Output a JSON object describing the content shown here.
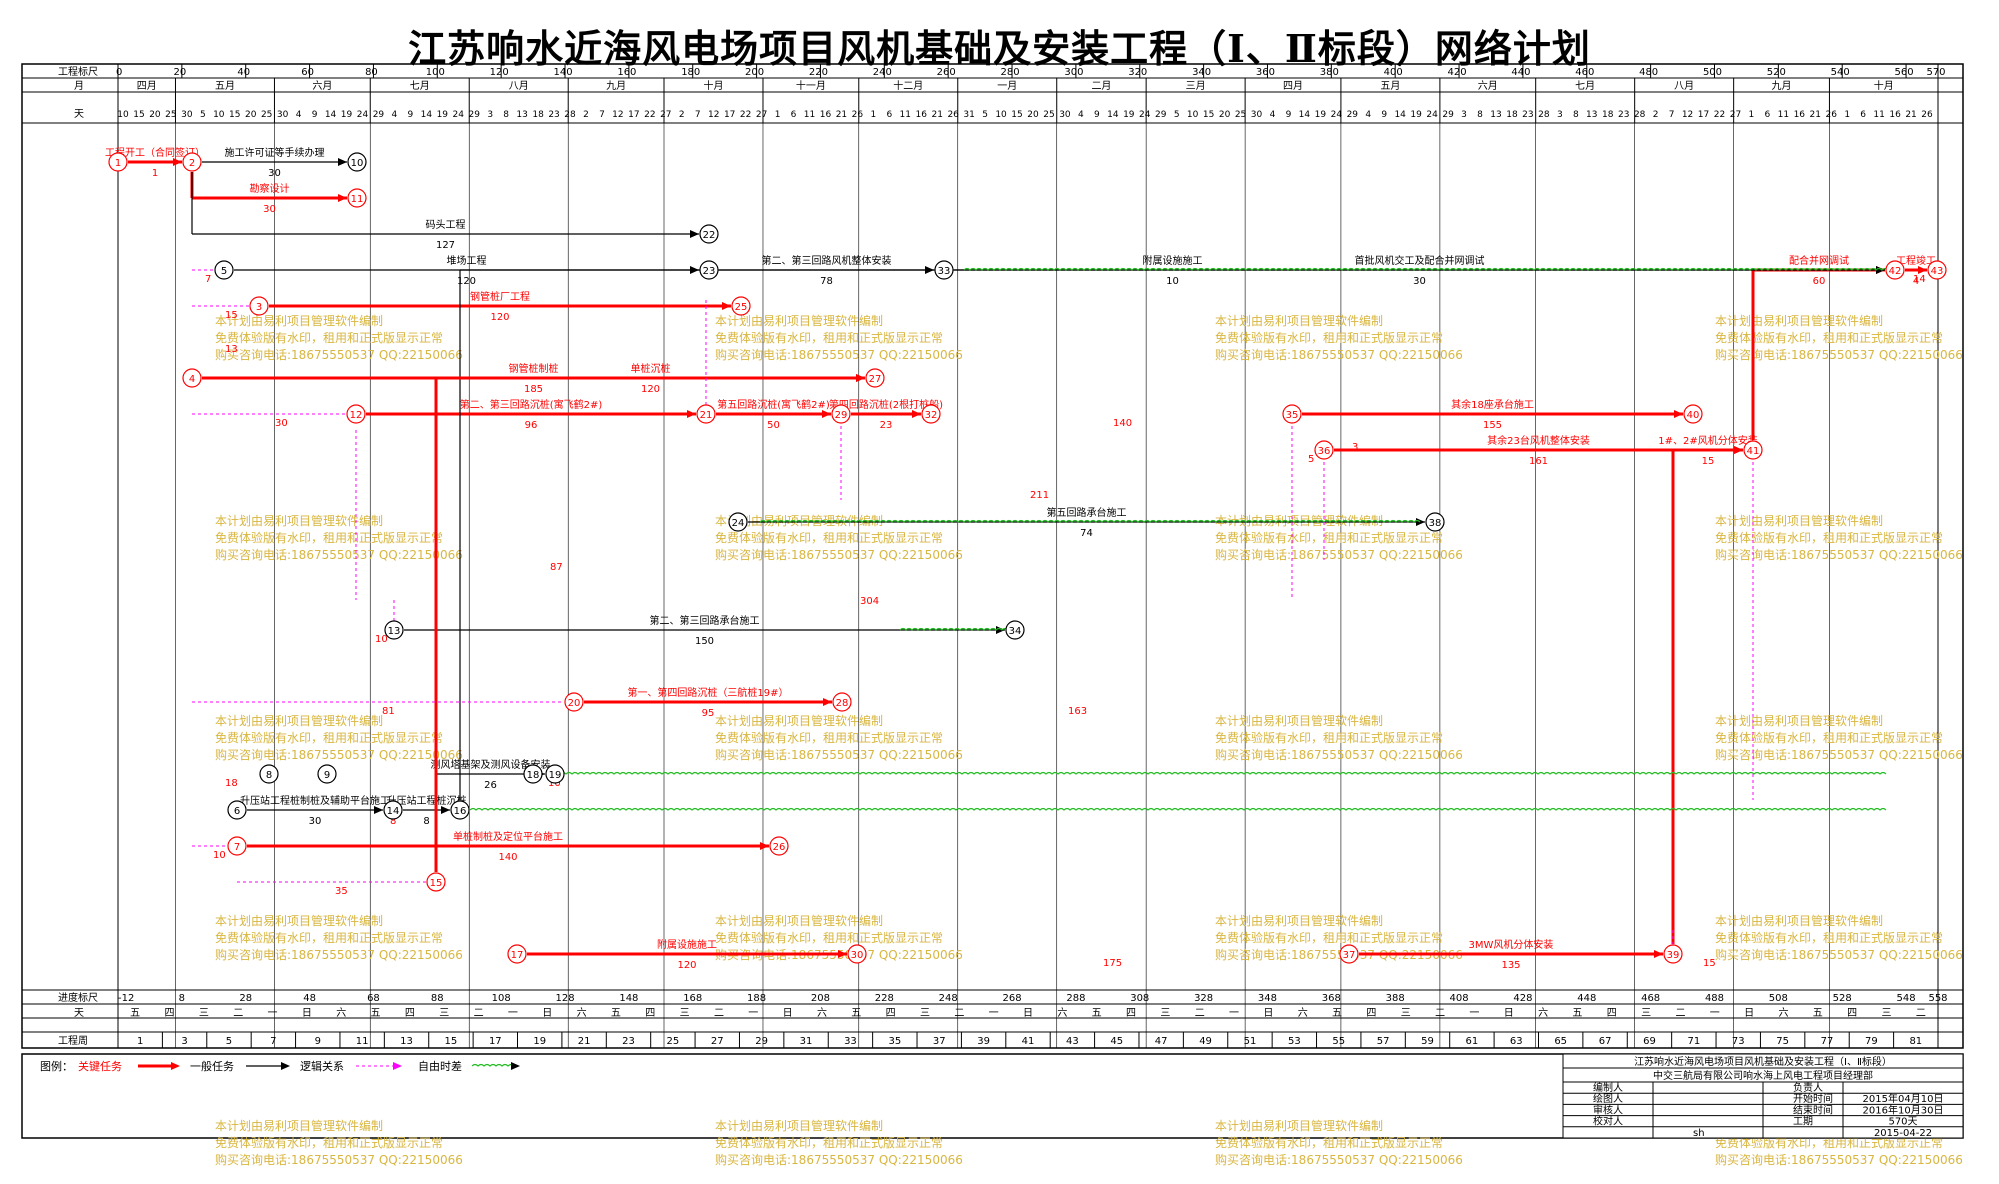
{
  "title": "江苏响水近海风电场项目风机基础及安装工程（Ⅰ、Ⅱ标段）网络计划",
  "header": {
    "row1_label": "工程标尺",
    "row2_label": "月",
    "row3_label": "天",
    "scale": [
      0,
      20,
      40,
      60,
      80,
      100,
      120,
      140,
      160,
      180,
      200,
      220,
      240,
      260,
      280,
      300,
      320,
      340,
      360,
      380,
      400,
      420,
      440,
      460,
      480,
      500,
      520,
      540,
      560,
      570
    ],
    "months": [
      "四月",
      "五月",
      "六月",
      "七月",
      "八月",
      "九月",
      "十月",
      "十一月",
      "十二月",
      "一月",
      "二月",
      "三月",
      "四月",
      "五月",
      "六月",
      "七月",
      "八月",
      "九月",
      "十月"
    ],
    "days_sample": [
      "10",
      "15",
      "20",
      "25",
      "30",
      "5",
      "10",
      "15",
      "20",
      "25",
      "30",
      "4",
      "9",
      "14",
      "19",
      "24",
      "29",
      "4",
      "9",
      "14",
      "19",
      "24",
      "29",
      "3",
      "8",
      "13",
      "18",
      "23",
      "28",
      "2",
      "7",
      "12",
      "17",
      "22",
      "27",
      "2",
      "7",
      "12",
      "17",
      "22",
      "27",
      "1",
      "6",
      "11",
      "16",
      "21",
      "26",
      "1",
      "6",
      "11",
      "16",
      "21",
      "26",
      "31",
      "5",
      "10",
      "15",
      "20",
      "25",
      "30",
      "4",
      "9",
      "14",
      "19",
      "24",
      "29",
      "5",
      "10",
      "15",
      "20",
      "25",
      "30",
      "4",
      "9",
      "14",
      "19",
      "24",
      "29",
      "4",
      "9",
      "14",
      "19",
      "24",
      "29",
      "3",
      "8",
      "13",
      "18",
      "23",
      "28",
      "3",
      "8",
      "13",
      "18",
      "23",
      "28",
      "2",
      "7",
      "12",
      "17",
      "22",
      "27",
      "1",
      "6",
      "11",
      "16",
      "21",
      "26",
      "1",
      "6",
      "11",
      "16",
      "21",
      "26"
    ]
  },
  "footer": {
    "progress_label": "进度标尺",
    "progress_scale": [
      "-12",
      "8",
      "28",
      "48",
      "68",
      "88",
      "108",
      "128",
      "148",
      "168",
      "188",
      "208",
      "228",
      "248",
      "268",
      "288",
      "308",
      "328",
      "348",
      "368",
      "388",
      "408",
      "428",
      "448",
      "468",
      "488",
      "508",
      "528",
      "548",
      "558"
    ],
    "day_label": "天",
    "week_label": "工程周",
    "weekdays": [
      "五",
      "四",
      "三",
      "二",
      "一",
      "日",
      "六",
      "五",
      "四",
      "三",
      "二",
      "一",
      "日",
      "六",
      "五",
      "四",
      "三",
      "二",
      "一",
      "日",
      "六",
      "五",
      "四",
      "三",
      "二",
      "一",
      "日",
      "六",
      "五",
      "四",
      "三",
      "二",
      "一",
      "日",
      "六",
      "五",
      "四",
      "三",
      "二",
      "一",
      "日",
      "六",
      "五",
      "四",
      "三",
      "二",
      "一",
      "日",
      "六",
      "五",
      "四",
      "三",
      "二"
    ],
    "weeks": [
      "1",
      "3",
      "5",
      "7",
      "9",
      "11",
      "13",
      "15",
      "17",
      "19",
      "21",
      "23",
      "25",
      "27",
      "29",
      "31",
      "33",
      "35",
      "37",
      "39",
      "41",
      "43",
      "45",
      "47",
      "49",
      "51",
      "53",
      "55",
      "57",
      "59",
      "61",
      "63",
      "65",
      "67",
      "69",
      "71",
      "73",
      "75",
      "77",
      "79",
      "81"
    ]
  },
  "legend": {
    "label": "图例：",
    "critical": "关键任务",
    "normal": "一般任务",
    "logic": "逻辑关系",
    "free_float": "自由时差"
  },
  "titleblock": {
    "project": "江苏响水近海风电场项目风机基础及安装工程（Ⅰ、Ⅱ标段）",
    "company": "中交三航局有限公司响水海上风电工程项目经理部",
    "rows": [
      {
        "l": "编制人",
        "lv": "",
        "r": "负责人",
        "rv": ""
      },
      {
        "l": "绘图人",
        "lv": "",
        "r": "开始时间",
        "rv": "2015年04月10日"
      },
      {
        "l": "审核人",
        "lv": "",
        "r": "结束时间",
        "rv": "2016年10月30日"
      },
      {
        "l": "校对人",
        "lv": "",
        "r": "工期",
        "rv": "570天"
      },
      {
        "l": "",
        "lv": "sh",
        "r": "",
        "rv": "2015-04-22"
      }
    ]
  },
  "watermark": [
    "本计划由易利项目管理软件编制",
    "免费体验版有水印，租用和正式版显示正常",
    "购买咨询电话:18675550537 QQ:22150066"
  ],
  "colors": {
    "critical": "#ff0000",
    "normal": "#000000",
    "float": "#22bb22",
    "logic": "#ff00ff",
    "watermark": "#d8b640"
  },
  "tasks": [
    {
      "from": "1",
      "to": "2",
      "name": "工程开工（合同签订）",
      "dur": "1",
      "crit": true
    },
    {
      "from": "2",
      "to": "10",
      "name": "施工许可证等手续办理",
      "dur": "30",
      "crit": false
    },
    {
      "from": "2",
      "to": "11",
      "name": "勘察设计",
      "dur": "30",
      "crit": true
    },
    {
      "from": "2",
      "to": "22",
      "name": "码头工程",
      "dur": "127",
      "crit": false
    },
    {
      "from": "5",
      "to": "23",
      "name": "堆场工程",
      "dur": "120",
      "crit": false
    },
    {
      "from": "23",
      "to": "33",
      "name": "第二、第三回路风机整体安装",
      "dur": "78",
      "crit": false
    },
    {
      "from": "33",
      "to": "42",
      "name": "首批风机交工及配合并网调试",
      "dur": "30",
      "crit": false
    },
    {
      "from": "42",
      "to": "43",
      "name": "工程竣工",
      "dur": "4",
      "crit": true
    },
    {
      "from": "3",
      "to": "25",
      "name": "钢管桩厂工程",
      "dur": "120",
      "crit": true
    },
    {
      "from": "4",
      "to": "27",
      "name": "钢管桩制桩",
      "dur": "185",
      "crit": true
    },
    {
      "from": "12",
      "to": "21",
      "name": "第二、第三回路沉桩(寓飞鹤2#)",
      "dur": "96",
      "crit": true
    },
    {
      "from": "21",
      "to": "29",
      "name": "第五回路沉桩(寓飞鹤2#)",
      "dur": "50",
      "crit": true
    },
    {
      "from": "29",
      "to": "32",
      "name": "第四回路沉桩(2根打桩船)",
      "dur": "23",
      "crit": true
    },
    {
      "from": "35",
      "to": "40",
      "name": "其余18座承台施工",
      "dur": "155",
      "crit": true
    },
    {
      "from": "36",
      "to": "41",
      "name": "其余23台风机整体安装",
      "dur": "161",
      "crit": true
    },
    {
      "from": "41",
      "to": "42",
      "name": "配合并网调试",
      "dur": "60",
      "crit": true
    },
    {
      "from": "24",
      "to": "38",
      "name": "第五回路承台施工",
      "dur": "74",
      "crit": false
    },
    {
      "from": "13",
      "to": "34",
      "name": "第二、第三回路承台施工",
      "dur": "150",
      "crit": false
    },
    {
      "from": "20",
      "to": "28",
      "name": "第一、第四回路沉桩（三航桩19#）",
      "dur": "95",
      "crit": true
    },
    {
      "from": "15",
      "to": "19",
      "name": "测风塔基架及测风设备安装",
      "dur": "26",
      "crit": false
    },
    {
      "from": "6",
      "to": "14",
      "name": "升压站工程桩制桩及辅助平台施工",
      "dur": "30",
      "crit": false
    },
    {
      "from": "14",
      "to": "16",
      "name": "升压站工程桩沉桩",
      "dur": "8",
      "crit": false
    },
    {
      "from": "16",
      "to": "42",
      "name": "附属设施施工",
      "dur": "10",
      "crit": false
    },
    {
      "from": "7",
      "to": "26",
      "name": "单桩制桩及定位平台施工",
      "dur": "140",
      "crit": true
    },
    {
      "from": "15",
      "to": "27",
      "name": "单桩沉桩",
      "dur": "120",
      "crit": true
    },
    {
      "from": "17",
      "to": "30",
      "name": "附属设施施工",
      "dur": "120",
      "crit": true
    },
    {
      "from": "37",
      "to": "39",
      "name": "3MW风机分体安装",
      "dur": "135",
      "crit": true
    },
    {
      "from": "39",
      "to": "41",
      "name": "1#、2#风机分体安装",
      "dur": "15",
      "crit": true
    }
  ],
  "float_labels": [
    "7",
    "15",
    "13",
    "30",
    "87",
    "81",
    "10",
    "10",
    "35",
    "211",
    "304",
    "163",
    "175",
    "140",
    "5",
    "3",
    "15",
    "14",
    "18",
    "8",
    "10"
  ]
}
